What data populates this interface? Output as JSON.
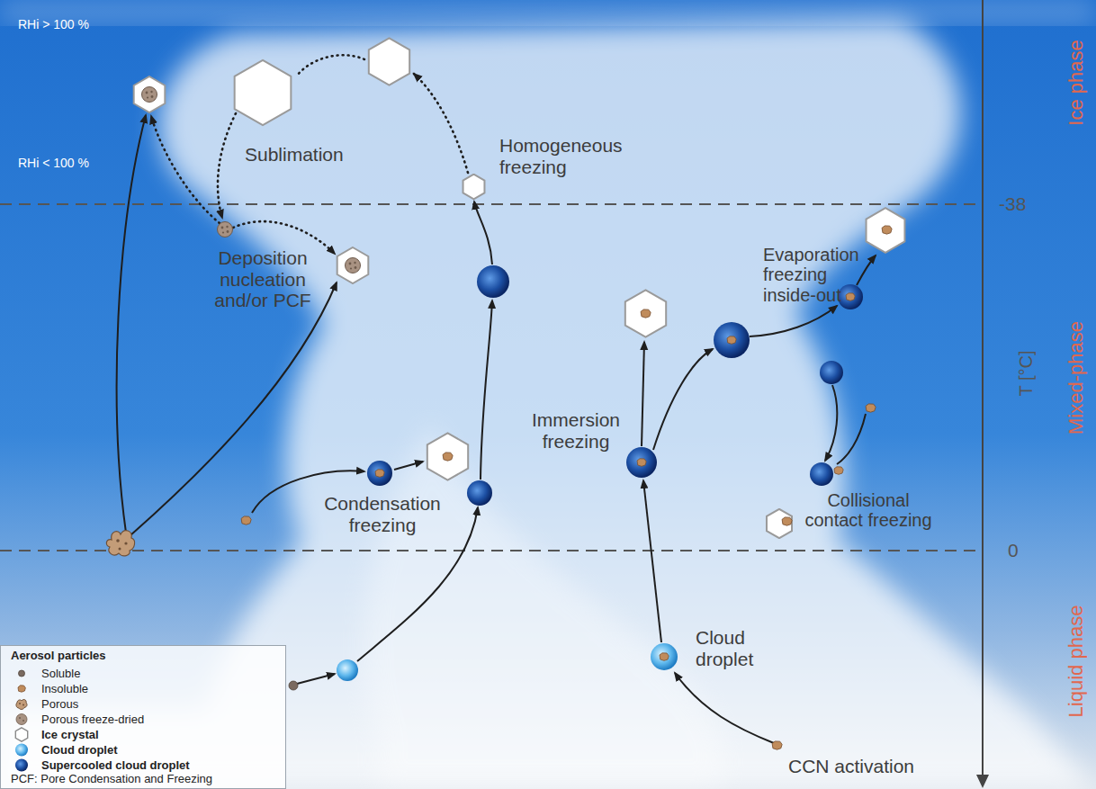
{
  "diagram": {
    "labels": [
      "RHi > 100 %",
      "RHi < 100 %",
      "Sublimation",
      "Homogeneous freezing",
      "Deposition nucleation and/or PCF",
      "Condensation freezing",
      "Immersion freezing",
      "Evaporation freezing inside-out",
      "Collisional contact freezing",
      "Cloud droplet",
      "CCN activation",
      "-38",
      "0",
      "T [°C]",
      "Ice phase",
      "Mixed-phase",
      "Liquid phase",
      "Aerosol particles",
      "PCF: Pore Condensation and Freezing"
    ],
    "legend": [
      {
        "text": "Soluble"
      },
      {
        "text": "Insoluble"
      },
      {
        "text": "Porous"
      },
      {
        "text": "Porous freeze-dried"
      },
      {
        "text": "Ice crystal"
      },
      {
        "text": "Cloud droplet"
      },
      {
        "text": "Supercooled cloud droplet"
      }
    ]
  }
}
